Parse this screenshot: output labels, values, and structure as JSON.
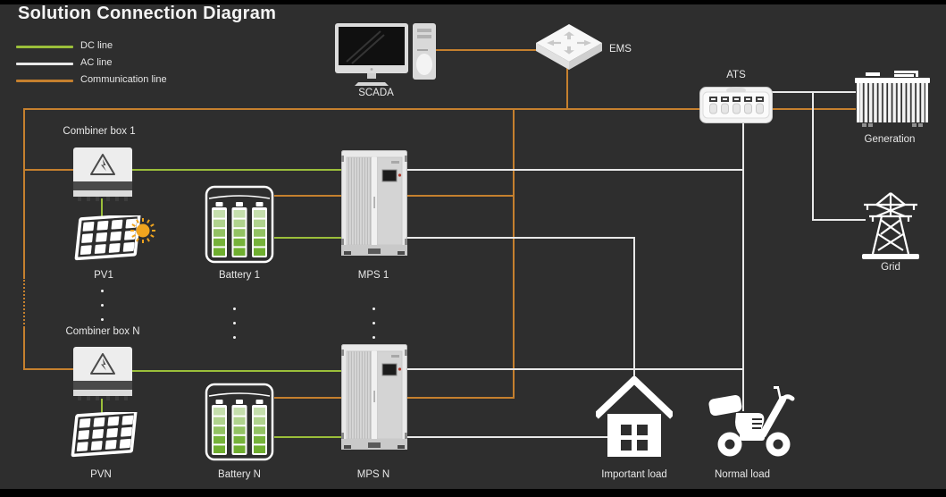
{
  "title": "Solution Connection Diagram",
  "colors": {
    "bg": "#2e2e2e",
    "edge": "#000000",
    "dc": "#9bbf3a",
    "ac": "#e8e8e8",
    "comm": "#c5802e",
    "text": "#e8e8e8",
    "sun": "#f0a41f",
    "batgreen": "#6fae2f"
  },
  "legend": {
    "items": [
      {
        "label": "DC line",
        "type": "dc"
      },
      {
        "label": "AC line",
        "type": "ac"
      },
      {
        "label": "Communication line",
        "type": "comm"
      }
    ]
  },
  "nodes": {
    "scada": {
      "label": "SCADA"
    },
    "ems": {
      "label": "EMS"
    },
    "ats": {
      "label": "ATS"
    },
    "generation": {
      "label": "Generation"
    },
    "grid": {
      "label": "Grid"
    },
    "combiner_box_1": {
      "label": "Combiner box 1"
    },
    "pv_1": {
      "label": "PV1"
    },
    "battery_1": {
      "label": "Battery 1"
    },
    "mps_1": {
      "label": "MPS 1"
    },
    "combiner_box_n": {
      "label": "Combiner box N"
    },
    "pv_n": {
      "label": "PVN"
    },
    "battery_n": {
      "label": "Battery N"
    },
    "mps_n": {
      "label": "MPS N"
    },
    "important_load": {
      "label": "Important load"
    },
    "normal_load": {
      "label": "Normal load"
    }
  }
}
